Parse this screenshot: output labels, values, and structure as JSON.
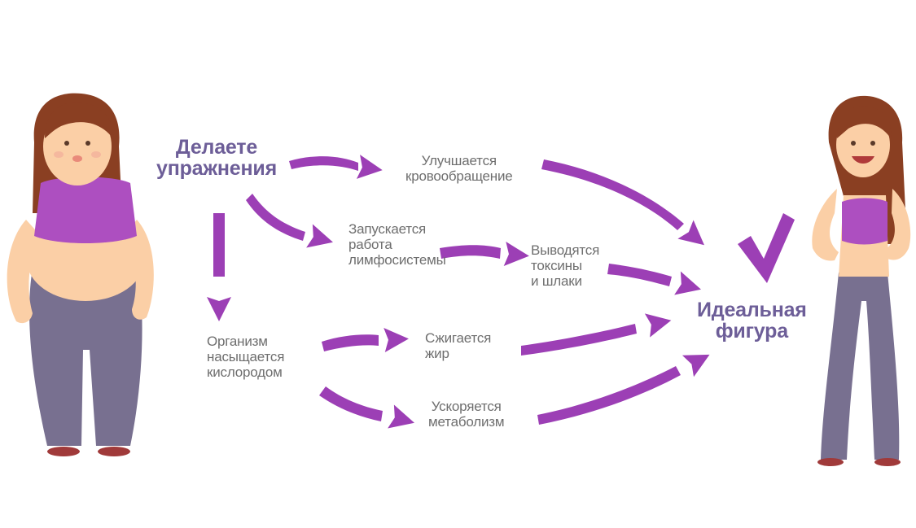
{
  "colors": {
    "arrow": "#9c3fb5",
    "bold_text": "#6d5e98",
    "text": "#6e6e6e",
    "top": "#ad4fc0",
    "pants": "#787090",
    "skin": "#fbcfa6",
    "hair": "#8a3f22"
  },
  "nodes": {
    "start": {
      "lines": [
        "Делаете",
        "упражнения"
      ]
    },
    "circulation": {
      "lines": [
        "Улучшается",
        "кровообращение"
      ]
    },
    "lymph": {
      "lines": [
        "Запускается",
        "работа",
        "лимфосистемы"
      ]
    },
    "toxins": {
      "lines": [
        "Выводятся",
        "токсины",
        "и шлаки"
      ]
    },
    "oxygen": {
      "lines": [
        "Организм",
        "насыщается",
        "кислородом"
      ]
    },
    "fat": {
      "lines": [
        "Сжигается",
        "жир"
      ]
    },
    "metabolism": {
      "lines": [
        "Ускоряется",
        "метаболизм"
      ]
    },
    "result": {
      "lines": [
        "Идеальная",
        "фигура"
      ]
    }
  },
  "figures": {
    "before": "overweight-woman",
    "after": "slim-woman"
  },
  "icons": {
    "check": "checkmark-icon",
    "arrows": "curved-arrow-icon"
  }
}
